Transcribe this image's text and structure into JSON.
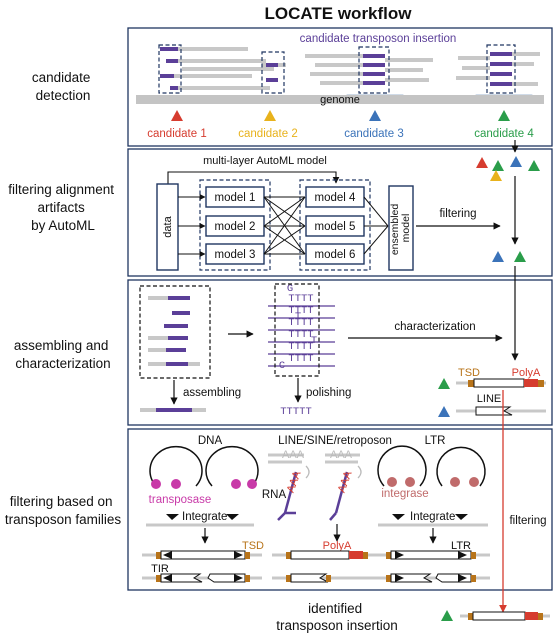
{
  "title": "LOCATE workflow",
  "stages": [
    {
      "label_lines": [
        "candidate",
        "detection"
      ]
    },
    {
      "label_lines": [
        "filtering alignment",
        "artifacts",
        "by AutoML"
      ]
    },
    {
      "label_lines": [
        "assembling and",
        "characterization"
      ]
    },
    {
      "label_lines": [
        "filtering based on",
        "transposon families"
      ]
    }
  ],
  "panel1": {
    "insertion_label": "candidate transposon insertion",
    "genome_label": "genome",
    "candidates": [
      {
        "label": "candidate 1",
        "color": "#d63c2f"
      },
      {
        "label": "candidate 2",
        "color": "#e8b21c"
      },
      {
        "label": "candidate 3",
        "color": "#3b73b9"
      },
      {
        "label": "candidate 4",
        "color": "#2a9d4a"
      }
    ]
  },
  "panel2": {
    "automl_label": "multi-layer AutoML model",
    "data_label": "data",
    "models": [
      "model 1",
      "model 2",
      "model 3",
      "model 4",
      "model 5",
      "model 6"
    ],
    "ensemble_label_lines": [
      "ensembled",
      "model"
    ],
    "filtering_label": "filtering"
  },
  "panel3": {
    "assembling_label": "assembling",
    "polishing_label": "polishing",
    "characterization_label": "characterization",
    "variant_letters": [
      "G",
      "T",
      "T",
      "C"
    ],
    "consensus_rows": [
      "TTTT",
      "TTTT",
      "TTTT",
      "TTTT",
      "TTTT",
      "TTTT"
    ],
    "polished_seq": "TTTTT",
    "tsd_label": "TSD",
    "polya_label": "PolyA",
    "line_label": "LINE"
  },
  "panel4": {
    "dna_label": "DNA",
    "transposase_label": "transposase",
    "integrate_label": "Integrate",
    "tsd_label": "TSD",
    "tir_label": "TIR",
    "lsr_label": "LINE/SINE/retroposon",
    "aaa_label": "AAA",
    "rna_label": "RNA",
    "polya_label": "PolyA",
    "ltr_label": "LTR",
    "integrase_label": "integrase",
    "ltr_element_label": "LTR",
    "filtering_label": "filtering"
  },
  "final_label_lines": [
    "identified",
    "transposon insertion"
  ],
  "colors": {
    "purple": "#5b3f98",
    "red": "#d63c2f",
    "yellow": "#e8b21c",
    "blue": "#3b73b9",
    "green": "#2a9d4a",
    "navy": "#1f3561",
    "orange": "#b8741a",
    "magenta": "#c83aa8"
  }
}
